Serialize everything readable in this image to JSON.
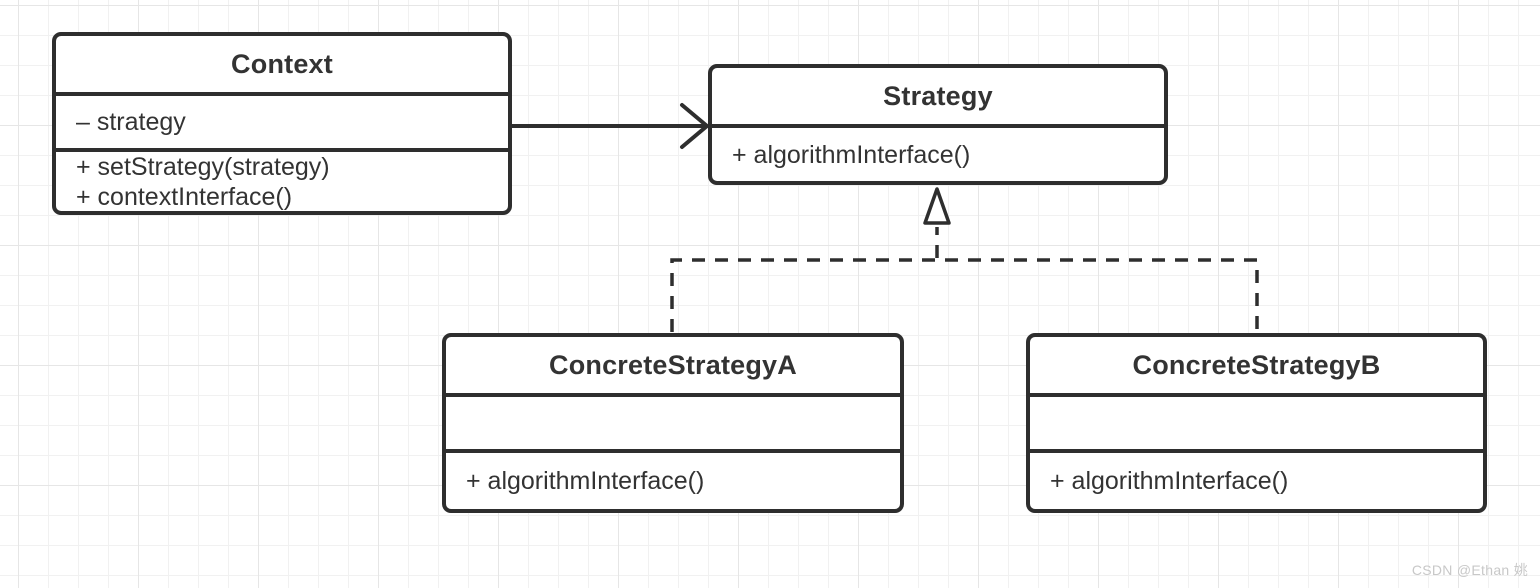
{
  "diagram_type": "uml-class-diagram",
  "classes": {
    "context": {
      "name": "Context",
      "attributes": [
        "– strategy"
      ],
      "methods": [
        "+ setStrategy(strategy)",
        "+ contextInterface()"
      ]
    },
    "strategy": {
      "name": "Strategy",
      "attributes": [],
      "methods": [
        "+ algorithmInterface()"
      ]
    },
    "concrete_a": {
      "name": "ConcreteStrategyA",
      "attributes": [],
      "methods": [
        "+ algorithmInterface()"
      ]
    },
    "concrete_b": {
      "name": "ConcreteStrategyB",
      "attributes": [],
      "methods": [
        "+ algorithmInterface()"
      ]
    }
  },
  "relations": {
    "association": {
      "from": "Context",
      "to": "Strategy",
      "type": "association",
      "line": "solid",
      "arrowhead": "open"
    },
    "realization_a": {
      "from": "ConcreteStrategyA",
      "to": "Strategy",
      "type": "realization",
      "line": "dashed",
      "arrowhead": "hollow-triangle"
    },
    "realization_b": {
      "from": "ConcreteStrategyB",
      "to": "Strategy",
      "type": "realization",
      "line": "dashed",
      "arrowhead": "hollow-triangle"
    }
  },
  "watermark": {
    "text": "CSDN @Ethan 姚"
  },
  "colors": {
    "line": "#2e2e2e",
    "text": "#333333",
    "box_fill": "#ffffff",
    "grid_minor": "#f1f1f1",
    "grid_major": "#e6e6e6",
    "watermark": "#c8c8c8"
  }
}
